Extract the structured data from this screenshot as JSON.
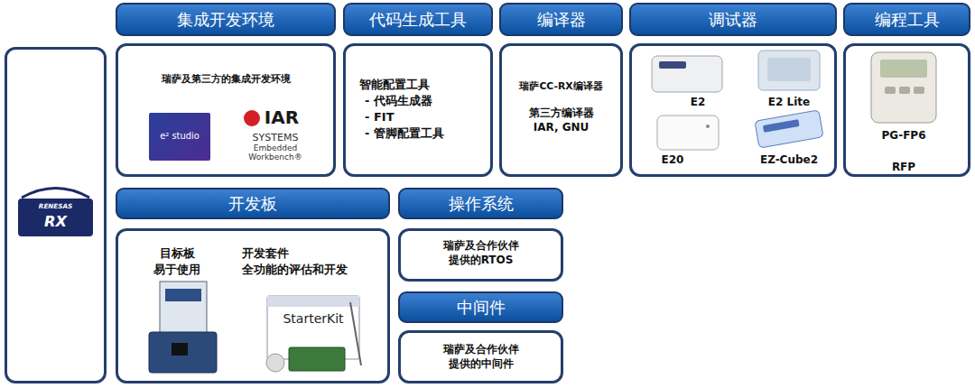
{
  "diagram": {
    "nodes": [
      {
        "text": [
          "RENESAS",
          "RX"
        ]
      },
      {
        "text": [
          "集成开发环境",
          "瑞萨及第三方的集成开发环境"
        ]
      },
      {
        "text": [
          "e² studio"
        ],
        "in": 1
      },
      {
        "text": [
          "代码生成工具",
          "智能配置工具",
          "- 代码生成器",
          "- FIT",
          "- 管脚配置工具"
        ]
      },
      {
        "text": [
          "编译器",
          "瑞萨CC-RX编译器",
          "第三方编译器 IAR, GNU"
        ]
      },
      {
        "text": [
          "调试器"
        ]
      },
      {
        "text": [
          "编程工具"
        ]
      },
      {
        "text": [
          "开发板",
          "目标板 易于使用",
          "开发套件 全功能的评估和开发"
        ]
      },
      {
        "text": [
          "操作系统",
          "瑞萨及合作伙伴 提供的RTOS"
        ]
      },
      {
        "text": [
          "中间件",
          "瑞萨及合作伙伴 提供的中间件"
        ]
      }
    ],
    "labels": [
      "IAR",
      "SYSTEMS",
      "Embedded Workbench®",
      "E2",
      "E2 Lite",
      "E20",
      "EZ-Cube2",
      "PG-FP6",
      "RFP",
      "StarterKit"
    ]
  }
}
